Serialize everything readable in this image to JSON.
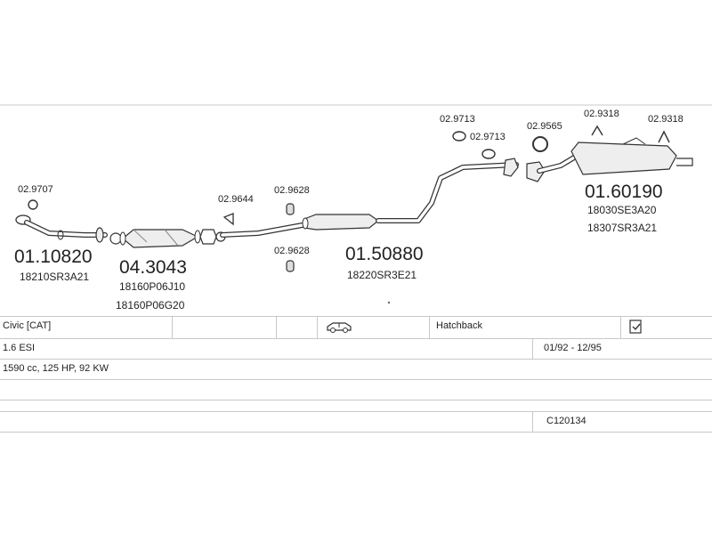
{
  "parts": {
    "p1": {
      "number": "01.10820",
      "oem": "18210SR3A21"
    },
    "p2": {
      "number": "04.3043",
      "oem1": "18160P06J10",
      "oem2": "18160P06G20"
    },
    "p3": {
      "number": "01.50880",
      "oem": "18220SR3E21"
    },
    "p4": {
      "number": "01.60190",
      "oem1": "18030SE3A20",
      "oem2": "18307SR3A21"
    }
  },
  "accessories": {
    "a1": "02.9707",
    "a2": "02.9644",
    "a3": "02.9628",
    "a4": "02.9628",
    "a5": "02.9713",
    "a6": "02.9713",
    "a7": "02.9565",
    "a8": "02.9318",
    "a9": "02.9318"
  },
  "vehicle": {
    "model": "Civic  [CAT]",
    "body": "Hatchback",
    "engine": "1.6 ESI",
    "years": "01/92 - 12/95",
    "spec": "1590 cc, 125 HP, 92 KW",
    "code": "C120134",
    "icons": [
      "car-icon",
      "document-icon"
    ]
  }
}
